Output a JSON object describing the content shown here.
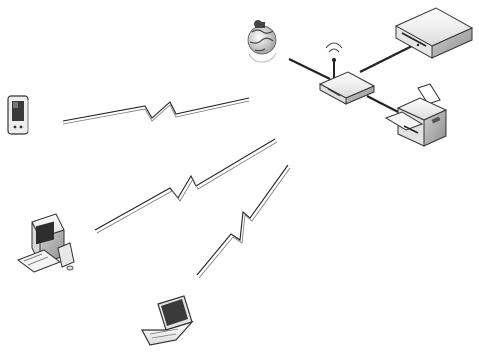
{
  "diagram": {
    "type": "wireless-network",
    "nodes": [
      {
        "id": "pda",
        "icon": "pda-icon"
      },
      {
        "id": "desktop",
        "icon": "desktop-computer-icon"
      },
      {
        "id": "laptop",
        "icon": "laptop-icon"
      },
      {
        "id": "router",
        "icon": "wireless-router-icon"
      },
      {
        "id": "modem",
        "icon": "modem-icon"
      },
      {
        "id": "printer",
        "icon": "printer-icon"
      },
      {
        "id": "cloud",
        "icon": "globe-cloud-icon"
      }
    ],
    "connections": [
      {
        "from": "pda",
        "to": "router",
        "type": "wireless"
      },
      {
        "from": "desktop",
        "to": "router",
        "type": "wireless"
      },
      {
        "from": "laptop",
        "to": "router",
        "type": "wireless"
      },
      {
        "from": "router",
        "to": "modem",
        "type": "wired"
      },
      {
        "from": "router",
        "to": "printer",
        "type": "wired"
      },
      {
        "from": "router",
        "to": "cloud",
        "type": "wired"
      }
    ],
    "colors": {
      "line": "#222222",
      "device_light": "#f2f2f2",
      "device_mid": "#d4d4d4",
      "device_dark": "#8a8a8a",
      "screen": "#3a3a3a",
      "accent": "#2a2a2a"
    }
  }
}
